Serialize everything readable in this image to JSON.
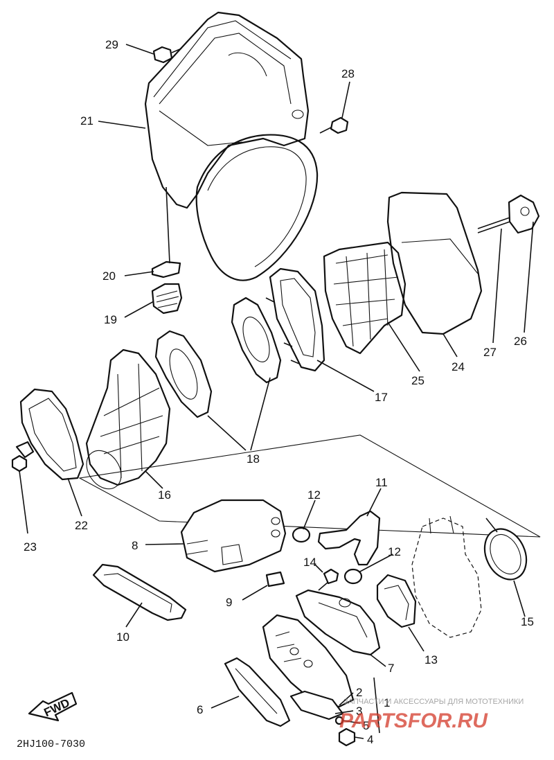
{
  "diagram": {
    "callouts": [
      {
        "id": "29",
        "label": "29"
      },
      {
        "id": "28",
        "label": "28"
      },
      {
        "id": "21",
        "label": "21"
      },
      {
        "id": "20",
        "label": "20"
      },
      {
        "id": "19",
        "label": "19"
      },
      {
        "id": "24",
        "label": "24"
      },
      {
        "id": "27",
        "label": "27"
      },
      {
        "id": "26",
        "label": "26"
      },
      {
        "id": "25",
        "label": "25"
      },
      {
        "id": "17",
        "label": "17"
      },
      {
        "id": "18",
        "label": "18"
      },
      {
        "id": "16",
        "label": "16"
      },
      {
        "id": "22",
        "label": "22"
      },
      {
        "id": "23",
        "label": "23"
      },
      {
        "id": "8",
        "label": "8"
      },
      {
        "id": "12a",
        "label": "12"
      },
      {
        "id": "11",
        "label": "11"
      },
      {
        "id": "12b",
        "label": "12"
      },
      {
        "id": "14",
        "label": "14"
      },
      {
        "id": "9",
        "label": "9"
      },
      {
        "id": "10",
        "label": "10"
      },
      {
        "id": "13",
        "label": "13"
      },
      {
        "id": "15",
        "label": "15"
      },
      {
        "id": "7",
        "label": "7"
      },
      {
        "id": "2",
        "label": "2"
      },
      {
        "id": "1",
        "label": "1"
      },
      {
        "id": "3",
        "label": "3"
      },
      {
        "id": "5",
        "label": "5"
      },
      {
        "id": "4",
        "label": "4"
      },
      {
        "id": "6",
        "label": "6"
      }
    ],
    "fwd_label": "FWD",
    "diagram_code": "2HJ100-7030"
  },
  "watermark": {
    "tagline": "ЗАПЧАСТИ И АКСЕССУАРЫ ДЛЯ МОТОТЕХНИКИ",
    "logo": "PARTSFOR.RU"
  }
}
